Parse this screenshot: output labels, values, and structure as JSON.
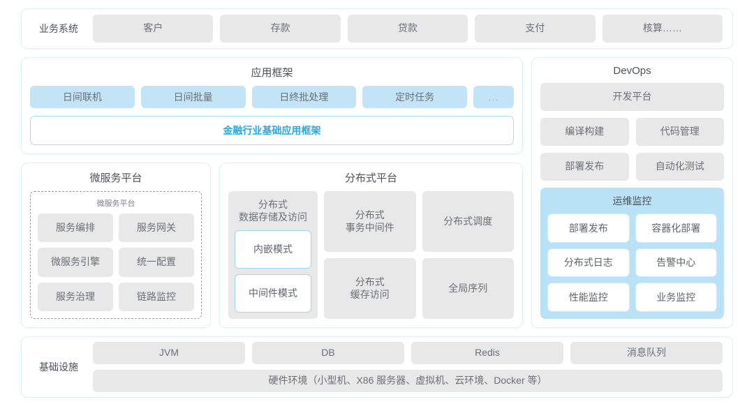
{
  "business_row": {
    "label": "业务系统",
    "items": [
      "客户",
      "存款",
      "贷款",
      "支付",
      "核算……"
    ]
  },
  "app_framework": {
    "title": "应用框架",
    "pills": [
      "日间联机",
      "日间批量",
      "日终批处理",
      "定时任务",
      "..."
    ],
    "base_bar": "金融行业基础应用框架"
  },
  "microservice": {
    "title": "微服务平台",
    "inner_title": "微服务平台",
    "items": [
      "服务编排",
      "服务网关",
      "微服务引擎",
      "统一配置",
      "服务治理",
      "链路监控"
    ]
  },
  "distributed": {
    "title": "分布式平台",
    "storage_head": "分布式\n数据存储及访问",
    "storage_head_line1": "分布式",
    "storage_head_line2": "数据存储及访问",
    "storage_modes": [
      "内嵌模式",
      "中间件模式"
    ],
    "grid": [
      "分布式\n事务中间件",
      "分布式调度",
      "分布式\n缓存访问",
      "全局序列"
    ],
    "grid_items": [
      {
        "line1": "分布式",
        "line2": "事务中间件"
      },
      {
        "line1": "分布式调度",
        "line2": ""
      },
      {
        "line1": "分布式",
        "line2": "缓存访问"
      },
      {
        "line1": "全局序列",
        "line2": ""
      }
    ]
  },
  "devops": {
    "title": "DevOps",
    "platform": "开发平台",
    "pair1": [
      "编译构建",
      "代码管理"
    ],
    "pair2": [
      "部署发布",
      "自动化测试"
    ],
    "ops_title": "运维监控",
    "ops_items": [
      "部署发布",
      "容器化部署",
      "分布式日志",
      "告警中心",
      "性能监控",
      "业务监控"
    ]
  },
  "infrastructure": {
    "label": "基础设施",
    "items": [
      "JVM",
      "DB",
      "Redis",
      "消息队列"
    ],
    "hardware": "硬件环境（小型机、X86 服务器、虚拟机、云环境、Docker 等）"
  },
  "colors": {
    "accent": "#29a8e0",
    "pill_blue": "#c3e4f7",
    "pill_grey": "#e8e8e8",
    "ops_bg": "#b9e2f7",
    "panel_border": "#dff0f4"
  }
}
